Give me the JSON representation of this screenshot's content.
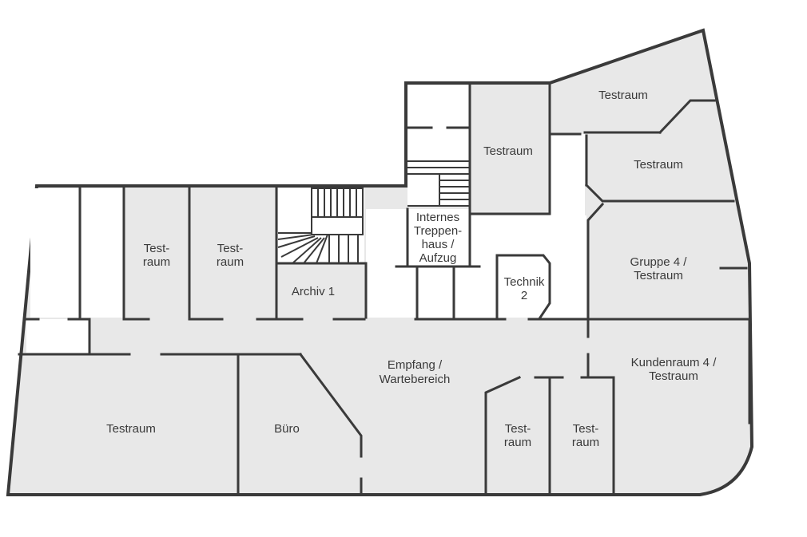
{
  "rooms": {
    "testraum_top_right": "Testraum",
    "testraum_right_upper": "Testraum",
    "testraum_center_top": "Testraum",
    "internes_line1": "Internes",
    "internes_line2": "Treppen-",
    "internes_line3": "haus /",
    "internes_line4": "Aufzug",
    "testraum_a_line1": "Test-",
    "testraum_a_line2": "raum",
    "testraum_b_line1": "Test-",
    "testraum_b_line2": "raum",
    "archiv": "Archiv 1",
    "technik_line1": "Technik",
    "technik_line2": "2",
    "gruppe_line1": "Gruppe 4 /",
    "gruppe_line2": "Testraum",
    "empfang_line1": "Empfang /",
    "empfang_line2": "Wartebereich",
    "kunden_line1": "Kundenraum 4 /",
    "kunden_line2": "Testraum",
    "testraum_bottom_left": "Testraum",
    "buero": "Büro",
    "testraum_c_line1": "Test-",
    "testraum_c_line2": "raum",
    "testraum_d_line1": "Test-",
    "testraum_d_line2": "raum"
  },
  "colors": {
    "floor": "#e8e8e8",
    "wall": "#3a3a3a",
    "background": "#ffffff"
  }
}
